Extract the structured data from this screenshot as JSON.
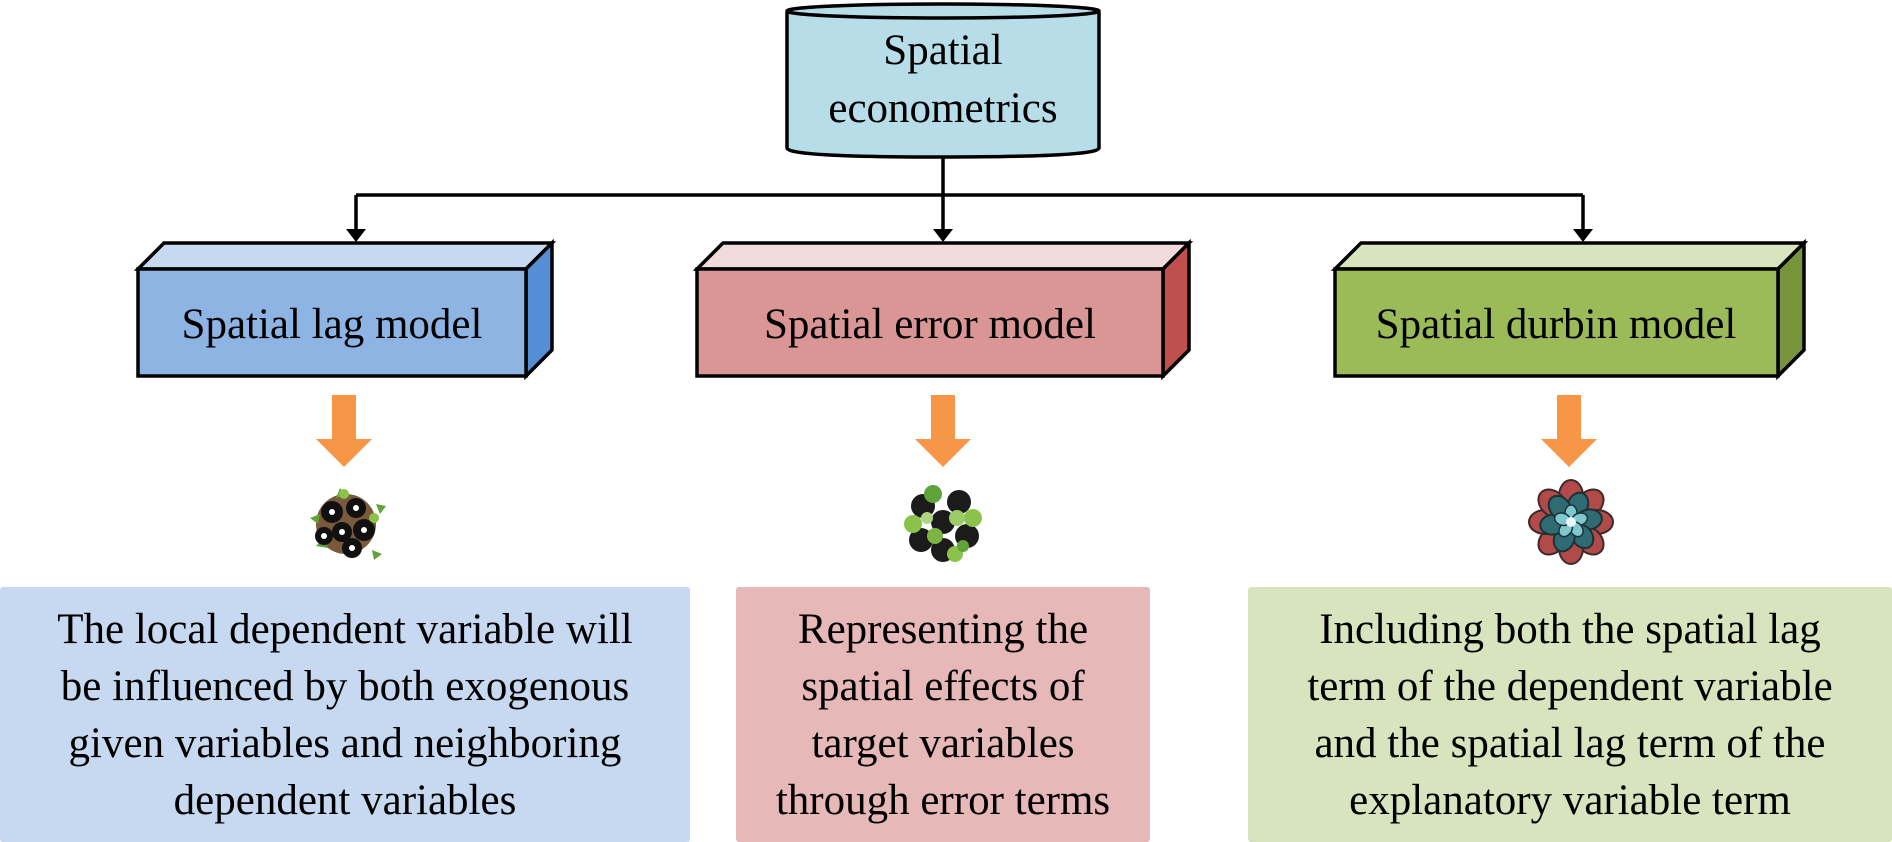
{
  "root": {
    "label_line1": "Spatial",
    "label_line2": "econometrics"
  },
  "models": [
    {
      "title": "Spatial lag model",
      "icon": "blackberry-plant-icon",
      "description": [
        "The local dependent variable will",
        "be influenced by both exogenous",
        "given variables and neighboring",
        "dependent variables"
      ],
      "colors": {
        "front": "#8eb4e3",
        "top": "#c6d9f1",
        "side": "#558ed5",
        "desc_bg": "#c6d9f0"
      }
    },
    {
      "title": "Spatial error model",
      "icon": "clover-plant-icon",
      "description": [
        "Representing the",
        "spatial effects of",
        "target variables",
        "through error terms"
      ],
      "colors": {
        "front": "#d99694",
        "top": "#f2dcdb",
        "side": "#c0504d",
        "desc_bg": "#e6b9b8"
      }
    },
    {
      "title": "Spatial durbin model",
      "icon": "succulent-plant-icon",
      "description": [
        "Including both the spatial lag",
        "term of the dependent variable",
        "and the spatial lag term of the",
        "explanatory variable term"
      ],
      "colors": {
        "front": "#9bbb59",
        "top": "#d7e4bd",
        "side": "#77933c",
        "desc_bg": "#d7e4bd"
      }
    }
  ],
  "colors": {
    "root_fill": "#b7dde8",
    "arrow": "#f79646",
    "line": "#000000"
  }
}
